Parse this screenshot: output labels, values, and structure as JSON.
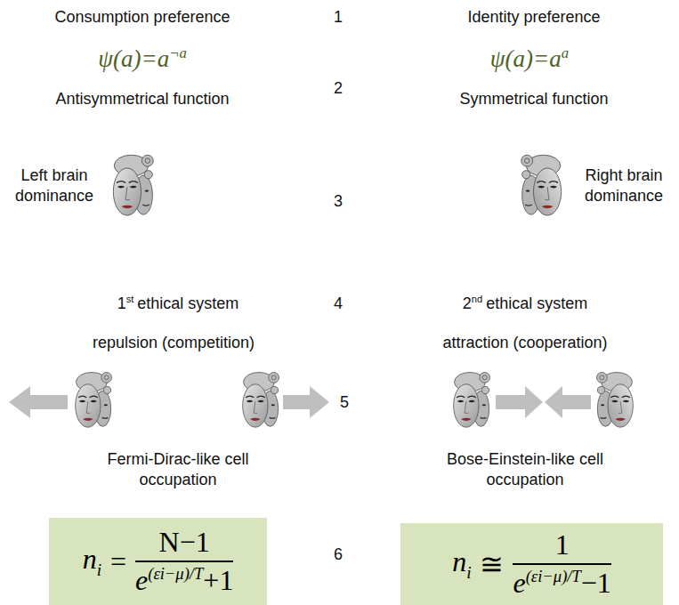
{
  "diagram": {
    "nodes": [
      {
        "text": [
          "n",
          "i",
          "=",
          "N−1",
          "e",
          "(εi−μ)/T",
          "+1"
        ]
      },
      {
        "text": [
          "n",
          "i",
          "≅",
          "1",
          "e",
          "(εi−μ)/T",
          "−1"
        ]
      }
    ],
    "labels": [
      "Consumption preference",
      "1",
      "Identity preference",
      "ψ(a)=a",
      "¬a",
      "2",
      "ψ(a)=a",
      "a",
      "Antisymmetrical function",
      "Symmetrical function",
      "Left brain dominance",
      "3",
      "Right brain dominance",
      "1",
      "st",
      "ethical system",
      "4",
      "2",
      "nd",
      "ethical system",
      "repulsion (competition)",
      "attraction (cooperation)",
      "5",
      "Fermi-Dirac-like cell occupation",
      "Bose-Einstein-like cell occupation",
      "6"
    ]
  }
}
